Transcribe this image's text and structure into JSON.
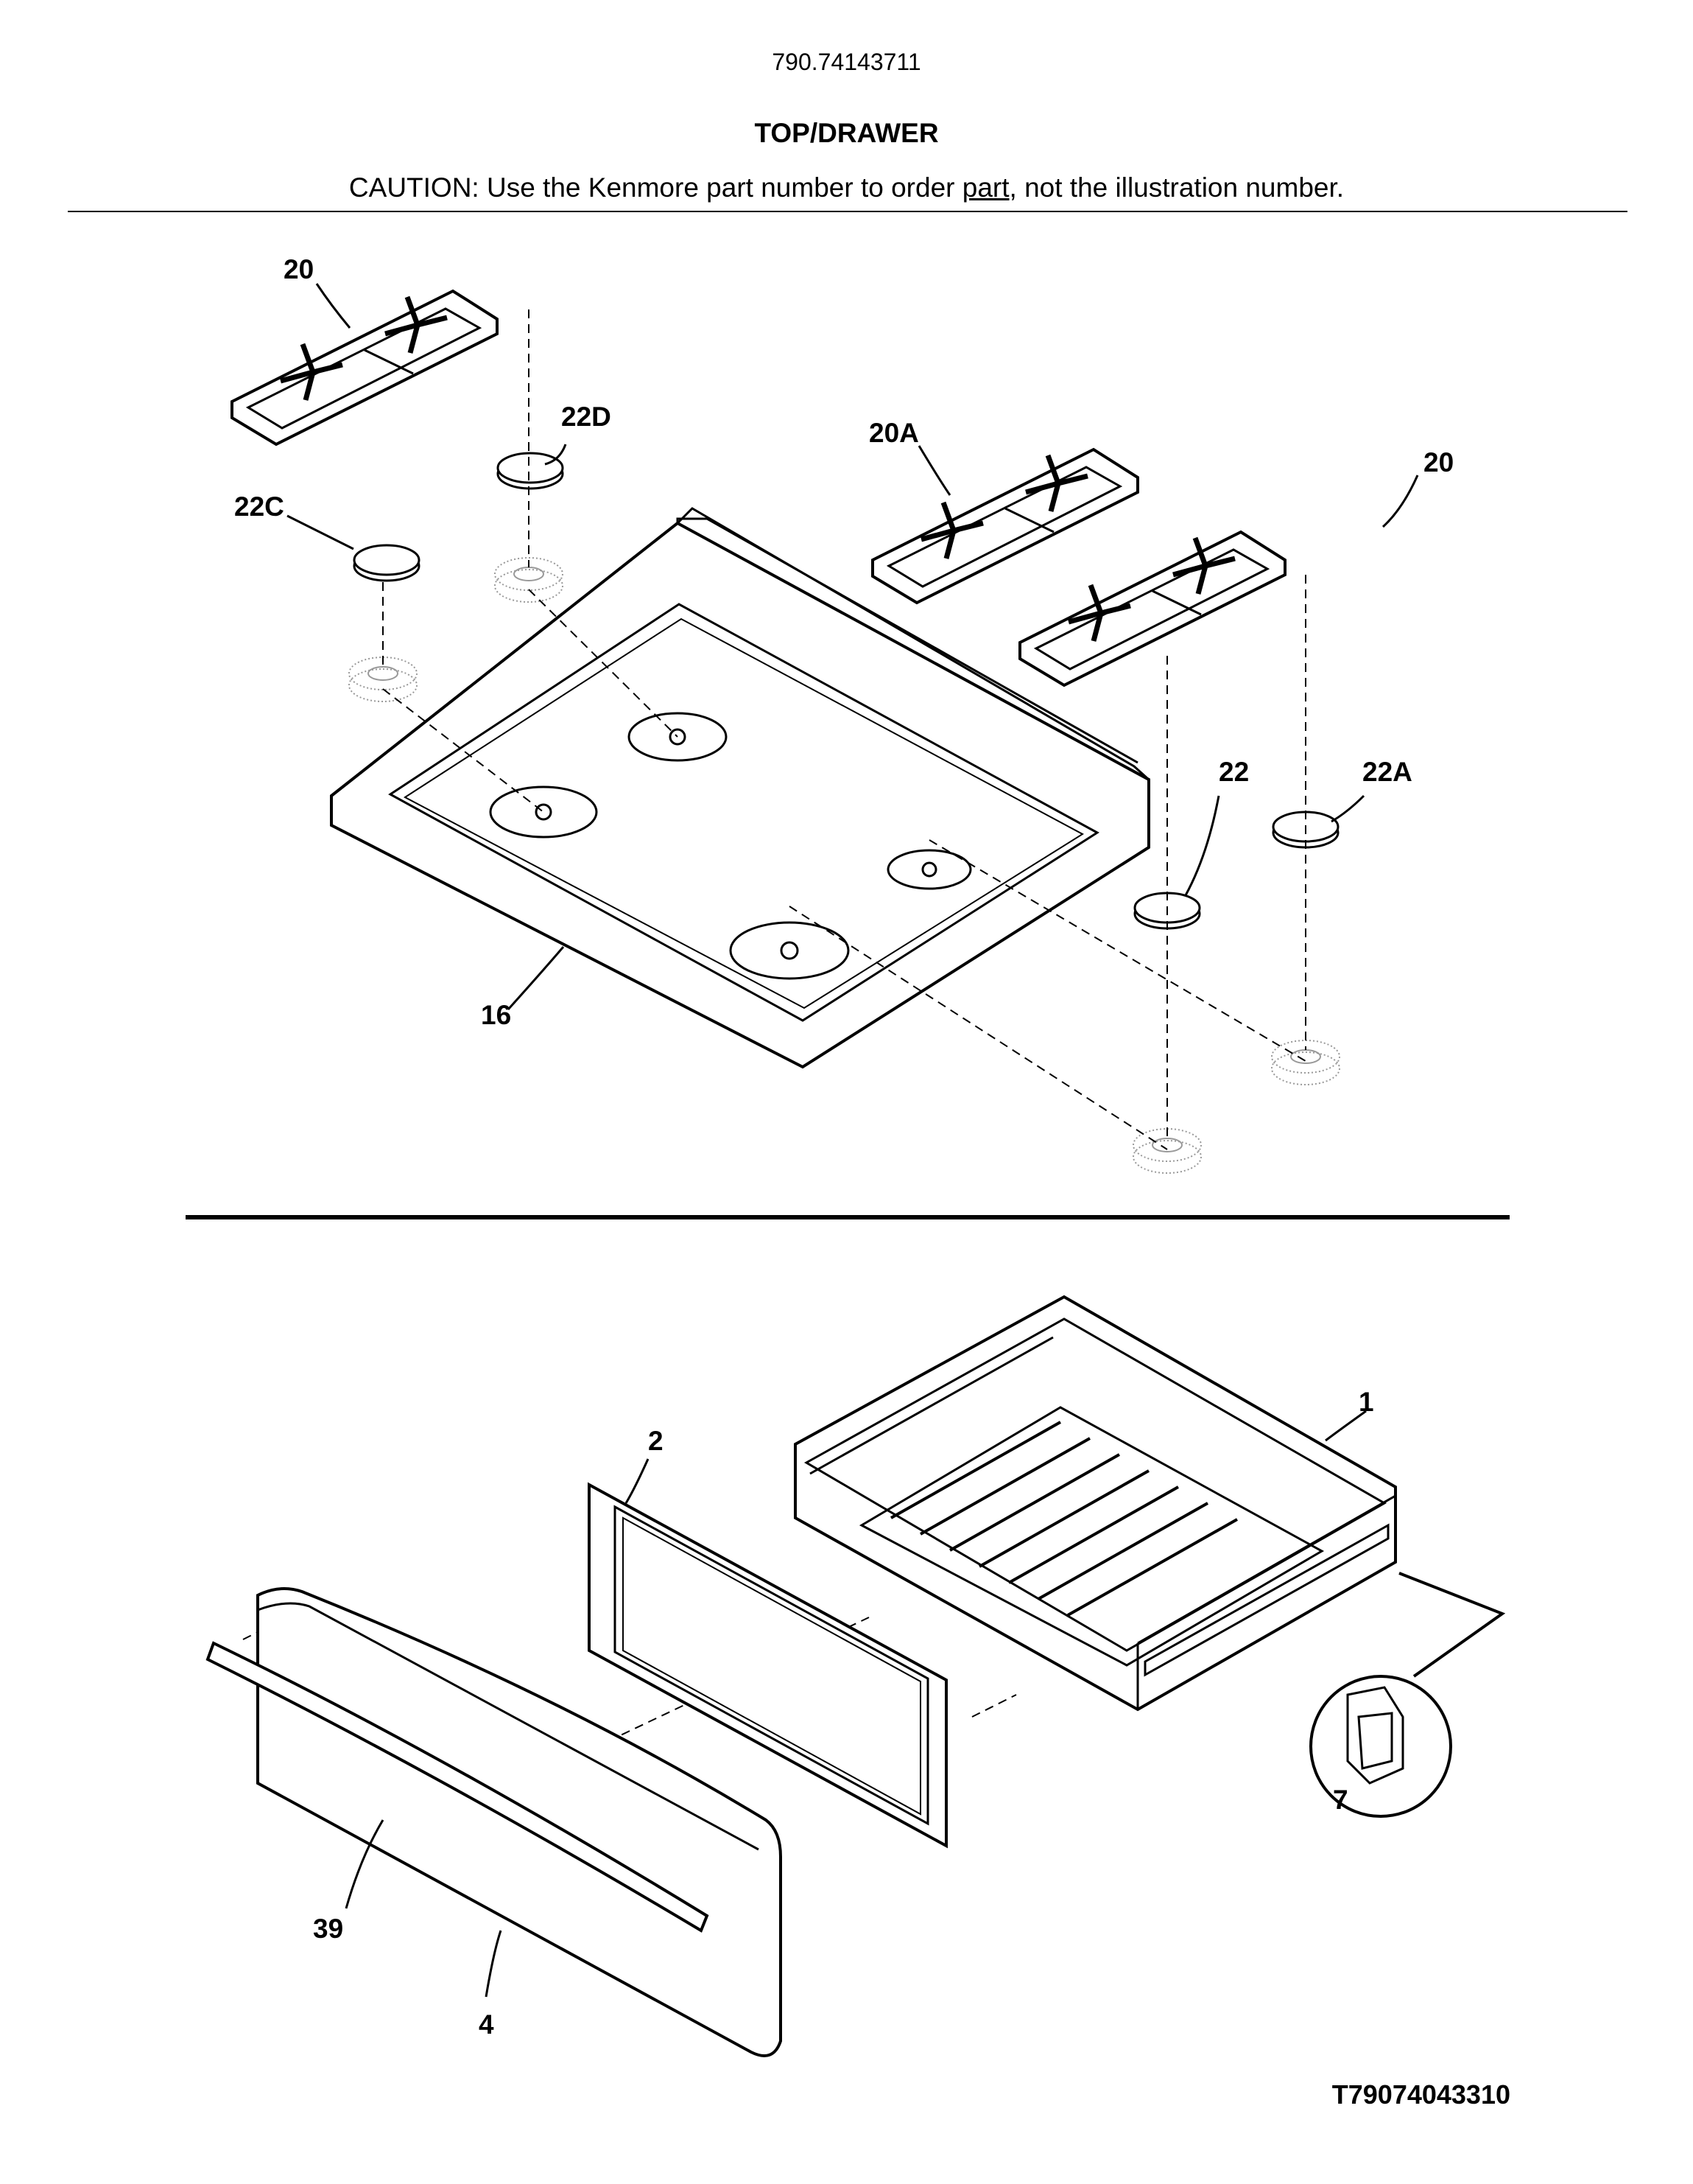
{
  "header": {
    "model_number": "790.74143711",
    "section_title": "TOP/DRAWER",
    "caution": {
      "before": "CAUTION: Use the Kenmore part number to order ",
      "underlined": "part",
      "after": ", not the illustration number."
    }
  },
  "callouts": {
    "grate_left": "20",
    "cap_22d": "22D",
    "cap_22c": "22C",
    "grate_20a": "20A",
    "grate_right": "20",
    "cooktop": "16",
    "cap_22": "22",
    "cap_22a": "22A",
    "drawer_body": "1",
    "drawer_panel": "2",
    "drawer_front": "4",
    "handle": "39",
    "clip": "7"
  },
  "footer": {
    "drawing_code": "T79074043310"
  }
}
